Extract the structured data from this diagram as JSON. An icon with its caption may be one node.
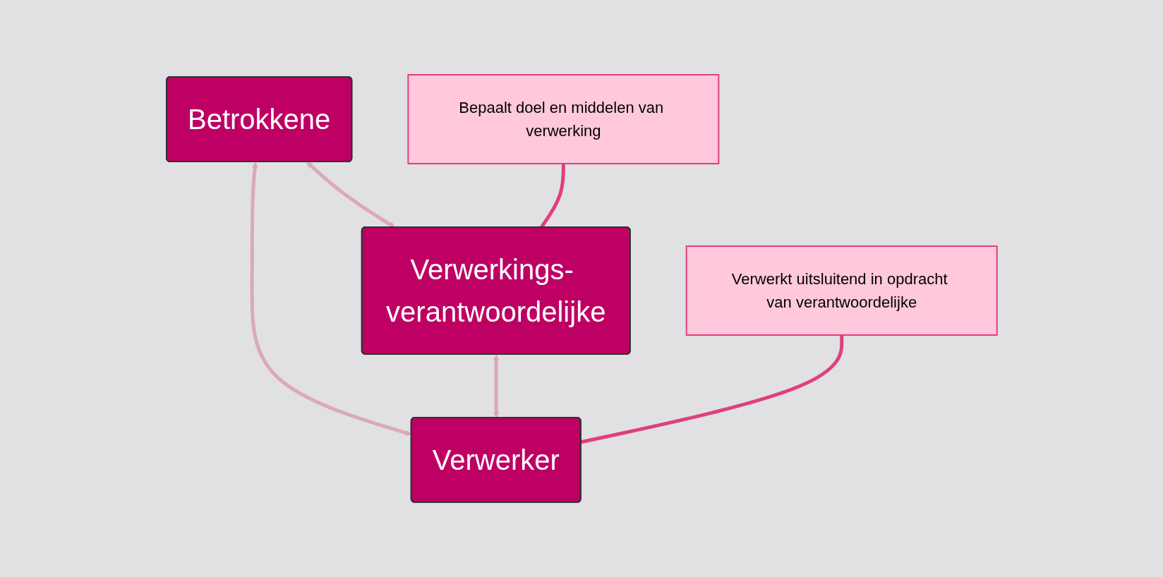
{
  "diagram": {
    "nodes": [
      {
        "text": [
          "Betrokkene"
        ]
      },
      {
        "text": [
          "Bepaalt doel en middelen van verwerking"
        ]
      },
      {
        "text": [
          "Verwerkt uitsluitend in opdracht van verantwoordelijke"
        ]
      },
      {
        "text": [
          "Verwerkings- verantwoordelijke"
        ]
      },
      {
        "text": [
          "Verwerker"
        ]
      }
    ],
    "edges": [
      {
        "from": 0,
        "to": 3,
        "arrow": "both"
      },
      {
        "from": 0,
        "to": 4,
        "arrow": "both"
      },
      {
        "from": 3,
        "to": 4,
        "arrow": "both"
      },
      {
        "from": 1,
        "to": 3,
        "arrow": "none",
        "color": "#e0407a"
      },
      {
        "from": 2,
        "to": 4,
        "arrow": "none",
        "color": "#e0407a"
      }
    ]
  }
}
